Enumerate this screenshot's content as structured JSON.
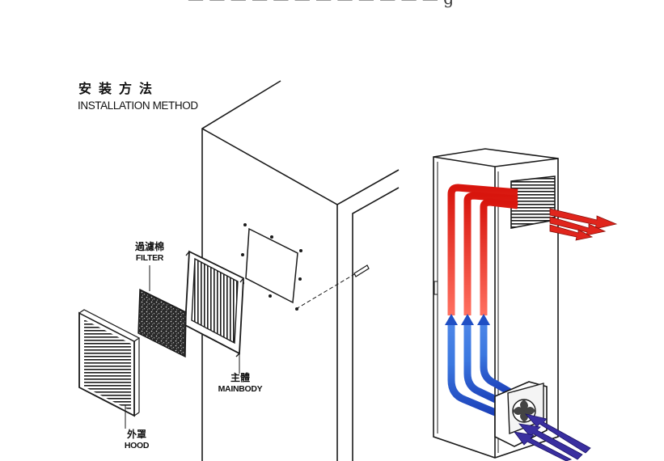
{
  "header": {
    "cut_off_caption": "— — — —  —  — — — — — — — g"
  },
  "installation": {
    "title_cn": "安装方法",
    "title_en": "INSTALLATION METHOD"
  },
  "labels": {
    "filter": {
      "cn": "過濾棉",
      "en": "FILTER"
    },
    "mainbody": {
      "cn": "主體",
      "en": "MAINBODY"
    },
    "hood": {
      "cn": "外罩",
      "en": "HOOD"
    }
  },
  "colors": {
    "line": "#1a1a1a",
    "hot_air": "#e0251c",
    "cool_air": "#1f4fc4",
    "intake_air": "#3a2fa0"
  }
}
